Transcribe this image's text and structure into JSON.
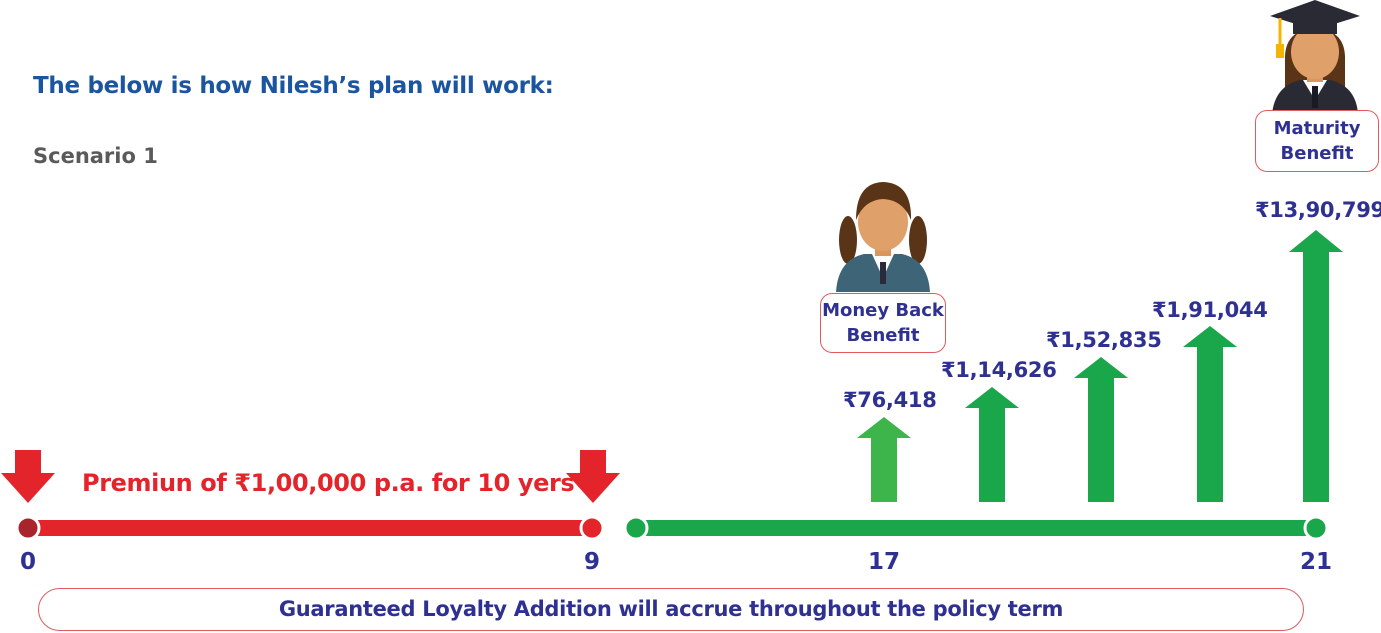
{
  "heading": "The below is how Nilesh’s plan will work:",
  "scenario": "Scenario 1",
  "premium": {
    "label": "Premiun of ₹1,00,000 p.a. for 10 yers"
  },
  "timeline": {
    "ticks": [
      "0",
      "9",
      "17",
      "21"
    ]
  },
  "money_back": {
    "line1": "Money Back",
    "line2": "Benefit"
  },
  "maturity": {
    "line1": "Maturity",
    "line2": "Benefit"
  },
  "payouts": [
    "₹76,418",
    "₹1,14,626",
    "₹1,52,835",
    "₹1,91,044",
    "₹13,90,799"
  ],
  "loyalty_text": "Guaranteed Loyalty Addition will accrue throughout the policy term",
  "colors": {
    "red": "#e3242b",
    "dark_red": "#a8232a",
    "green": "#1aa64b",
    "light_green": "#3db54a",
    "navy": "#2e3192",
    "heading_blue": "#1b55a0"
  },
  "icons": [
    "girl-student-icon",
    "graduate-icon",
    "down-arrow-icon",
    "up-arrow-icon"
  ]
}
